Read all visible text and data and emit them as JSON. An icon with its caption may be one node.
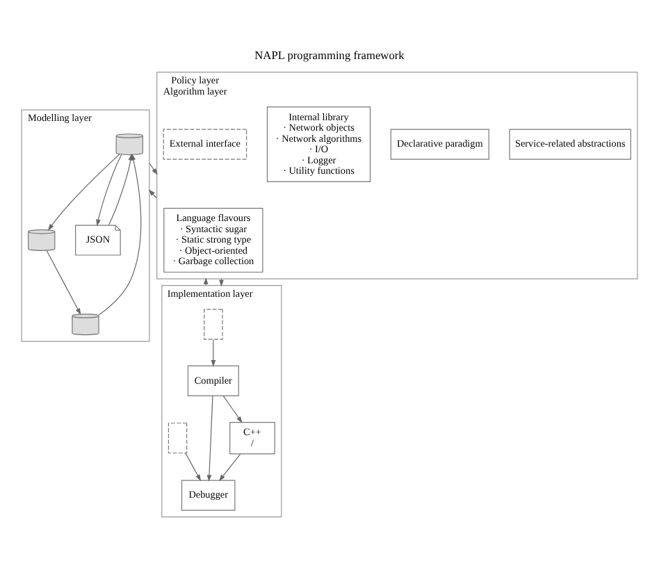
{
  "diagram": {
    "title": "NAPL programming framework",
    "nodes": [
      {
        "text": [
          "Modelling layer"
        ]
      },
      {
        "text": [],
        "shape": "cylinder",
        "in": 0
      },
      {
        "text": [],
        "shape": "cylinder",
        "in": 0
      },
      {
        "text": [],
        "shape": "cylinder",
        "in": 0
      },
      {
        "text": [
          "JSON"
        ],
        "in": 0
      },
      {
        "text": [
          "Policy layer",
          "Algorithm layer"
        ]
      },
      {
        "text": [
          "Language flavours",
          "· Syntactic sugar",
          "· Static strong type",
          "· Object-oriented",
          "· Garbage collection"
        ],
        "in": 5
      },
      {
        "text": [
          "Service-related abstractions"
        ],
        "in": 5
      },
      {
        "text": [
          "Declarative paradigm"
        ],
        "in": 5
      },
      {
        "text": [
          "Internal library",
          "· Network objects",
          "· Network algorithms",
          "· I/O",
          "· Logger",
          "· Utility functions"
        ],
        "in": 5
      },
      {
        "text": [
          "External interface"
        ],
        "in": 5
      },
      {
        "text": [
          "Implementation layer"
        ]
      },
      {
        "text": [],
        "shape": "box",
        "in": 11
      },
      {
        "text": [
          "Compiler"
        ],
        "in": 11
      },
      {
        "text": [
          "Debugger"
        ],
        "in": 11
      },
      {
        "text": [],
        "shape": "box",
        "in": 11
      },
      {
        "text": [
          "C++",
          "/"
        ],
        "in": 11
      }
    ],
    "edges": [
      {
        "from": 1,
        "to": 2,
        "arrow": "to"
      },
      {
        "from": 2,
        "to": 3,
        "arrow": "to"
      },
      {
        "from": 3,
        "to": 1,
        "arrow": "to"
      },
      {
        "from": 1,
        "to": 4,
        "arrow": "to"
      },
      {
        "from": 4,
        "to": 1,
        "arrow": "to"
      },
      {
        "from": 0,
        "to": 5,
        "arrow": "to"
      },
      {
        "from": 5,
        "to": 0,
        "arrow": "to"
      },
      {
        "from": 5,
        "to": 11,
        "arrow": "to"
      },
      {
        "from": 11,
        "to": 5,
        "arrow": "to"
      },
      {
        "from": 12,
        "to": 13,
        "arrow": "to"
      },
      {
        "from": 13,
        "to": 14,
        "arrow": "to"
      },
      {
        "from": 15,
        "to": 14,
        "arrow": "to"
      },
      {
        "from": 13,
        "to": 16,
        "arrow": "to"
      },
      {
        "from": 16,
        "to": 14,
        "arrow": "to"
      }
    ]
  }
}
